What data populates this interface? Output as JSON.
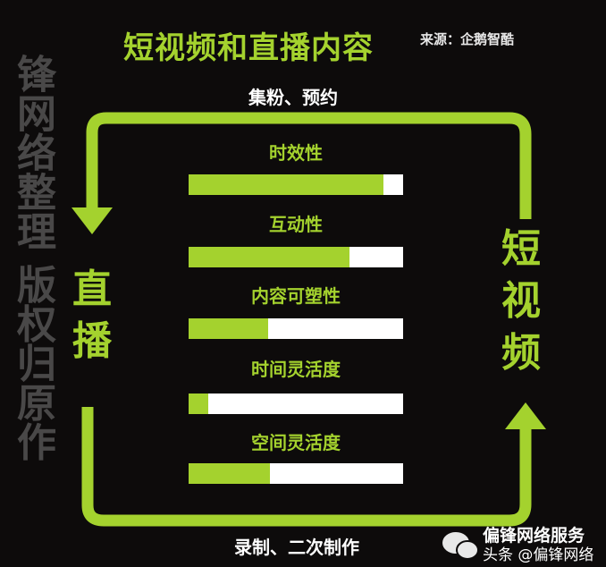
{
  "title": "短视频和直播内容",
  "source": "来源：企鹅智酷",
  "top_label": "集粉、预约",
  "bottom_label": "录制、二次制作",
  "left_label": "直播",
  "right_label": "短视频",
  "colors": {
    "accent": "#a4d22e",
    "background": "#0d0b0b",
    "bar_empty": "#ffffff"
  },
  "metrics": [
    {
      "label": "时效性",
      "value": 0.91
    },
    {
      "label": "互动性",
      "value": 0.75
    },
    {
      "label": "内容可塑性",
      "value": 0.37
    },
    {
      "label": "时间灵活度",
      "value": 0.09
    },
    {
      "label": "空间灵活度",
      "value": 0.38
    }
  ],
  "watermarks": {
    "diagonal": "锋网络整理 版权归原作",
    "account": "偏锋网络服务",
    "platform": "头条 @偏锋网络"
  }
}
